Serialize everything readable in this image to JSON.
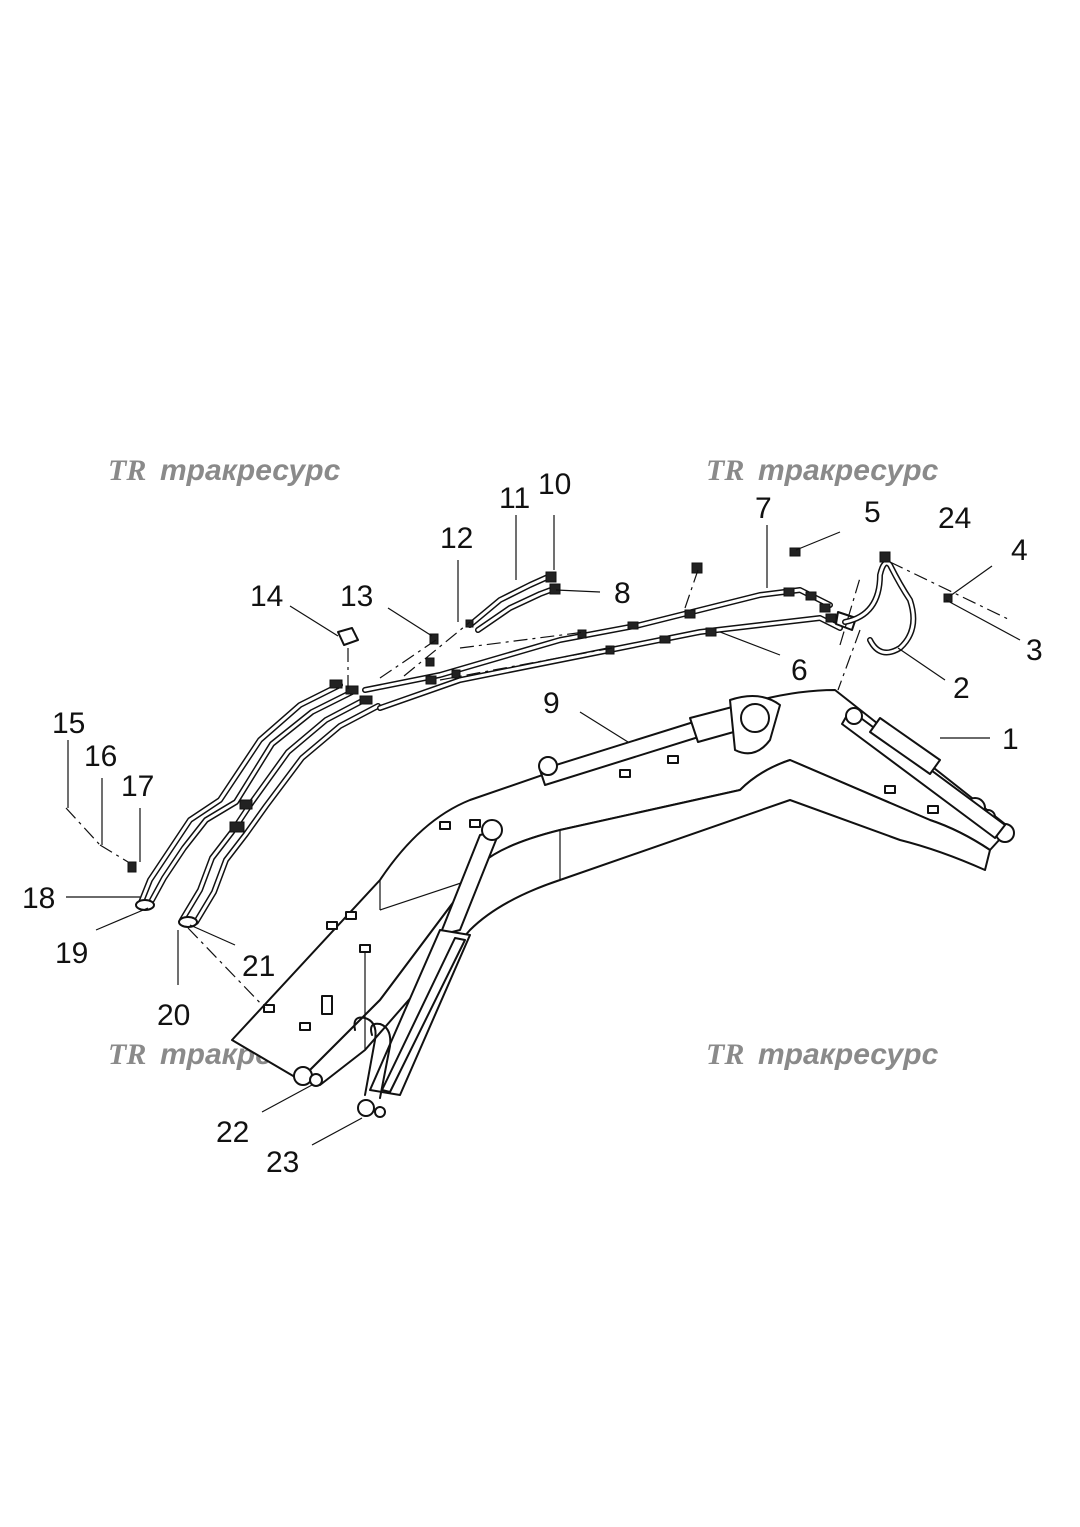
{
  "watermarks": [
    {
      "logo": "TR",
      "text": "тракресурс"
    },
    {
      "logo": "TR",
      "text": "тракресурс"
    },
    {
      "logo": "TR",
      "text": "тракресурс"
    },
    {
      "logo": "TR",
      "text": "тракресурс"
    }
  ],
  "callouts": [
    "1",
    "2",
    "3",
    "4",
    "5",
    "6",
    "7",
    "8",
    "9",
    "10",
    "11",
    "12",
    "13",
    "14",
    "15",
    "16",
    "17",
    "18",
    "19",
    "20",
    "21",
    "22",
    "23",
    "24"
  ]
}
